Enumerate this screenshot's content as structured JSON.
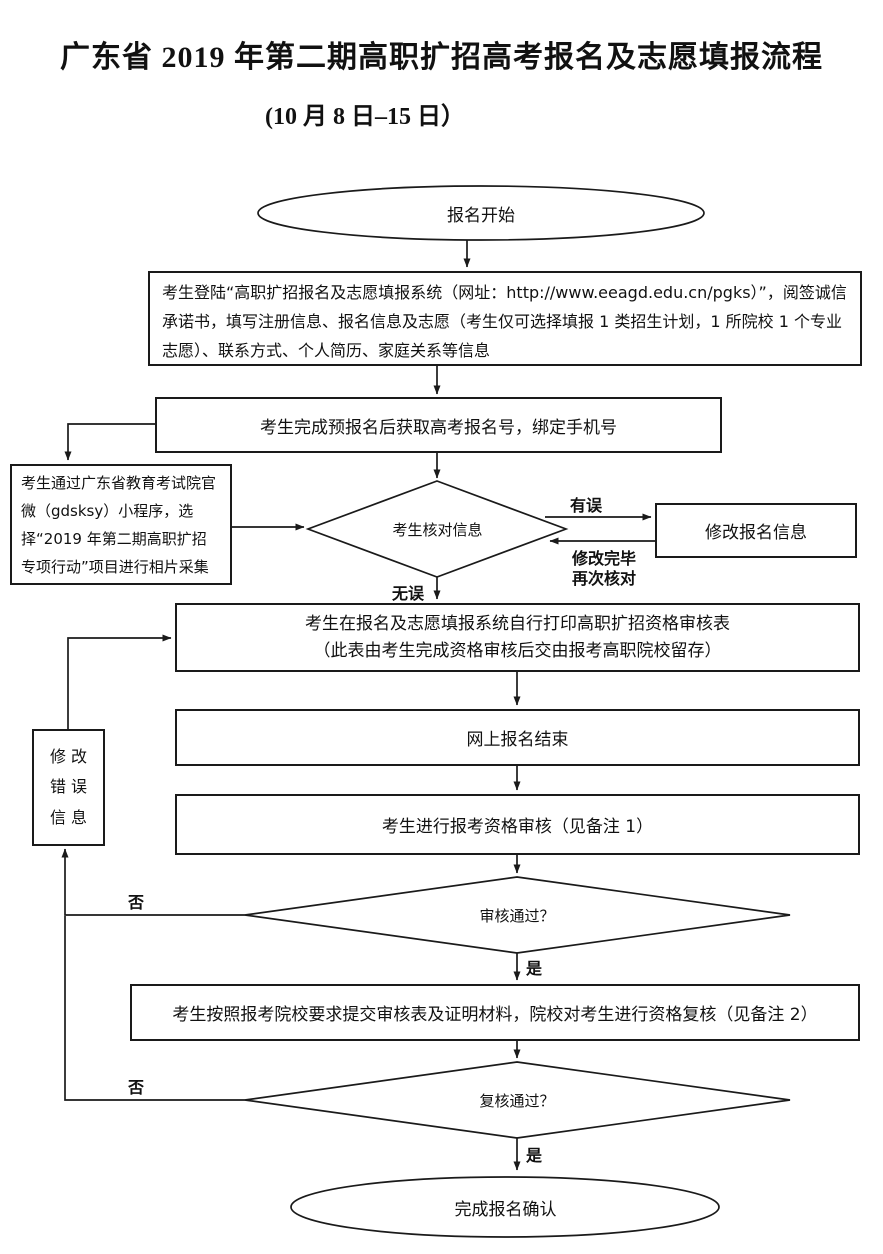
{
  "title": "广东省 2019 年第二期高职扩招高考报名及志愿填报流程",
  "subtitle": "(10 月 8 日–15 日）",
  "nodes": {
    "start": "报名开始",
    "login": "考生登陆“高职扩招报名及志愿填报系统（网址：http://www.eeagd.edu.cn/pgks）”，阅签诚信承诺书，填写注册信息、报名信息及志愿（考生仅可选择填报 1 类招生计划，1 所院校 1 个专业志愿）、联系方式、个人简历、家庭关系等信息",
    "preregister": "考生完成预报名后获取高考报名号，绑定手机号",
    "photo": "考生通过广东省教育考试院官微（gdsksy）小程序，选择“2019 年第二期高职扩招专项行动”项目进行相片采集",
    "verify": "考生核对信息",
    "modify_info": "修改报名信息",
    "print_line1": "考生在报名及志愿填报系统自行打印高职扩招资格审核表",
    "print_line2": "（此表由考生完成资格审核后交由报考高职院校留存）",
    "online_end": "网上报名结束",
    "qualification": "考生进行报考资格审核（见备注 1）",
    "audit_pass": "审核通过？",
    "submit": "考生按照报考院校要求提交审核表及证明材料，院校对考生进行资格复核（见备注 2）",
    "recheck_pass": "复核通过？",
    "fix_error_line1": "修 改",
    "fix_error_line2": "错 误",
    "fix_error_line3": "信 息",
    "finish": "完成报名确认"
  },
  "labels": {
    "has_error": "有误",
    "no_error": "无误",
    "modified_line1": "修改完毕",
    "modified_line2": "再次核对",
    "no1": "否",
    "yes1": "是",
    "no2": "否",
    "yes2": "是"
  },
  "colors": {
    "ink": "#1a1a1a",
    "background": "#ffffff"
  }
}
